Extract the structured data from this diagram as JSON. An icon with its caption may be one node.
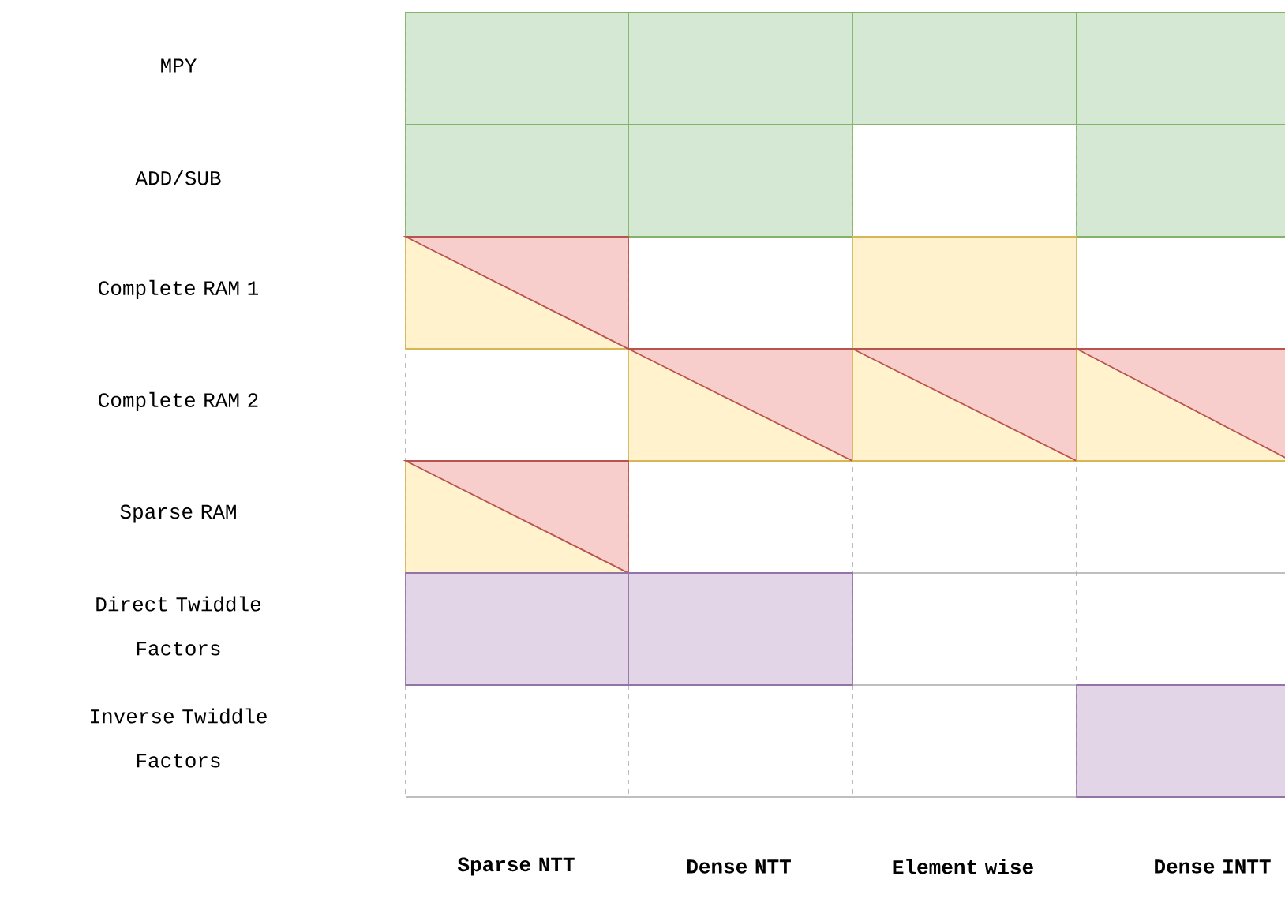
{
  "diagram": {
    "labels": [
      "MPY",
      "ADD/SUB",
      "Complete RAM 1",
      "Complete RAM 2",
      "Sparse RAM",
      "Direct Twiddle Factors",
      "Inverse Twiddle Factors",
      "Sparse NTT",
      "Dense NTT",
      "Element wise",
      "Dense INTT"
    ]
  }
}
